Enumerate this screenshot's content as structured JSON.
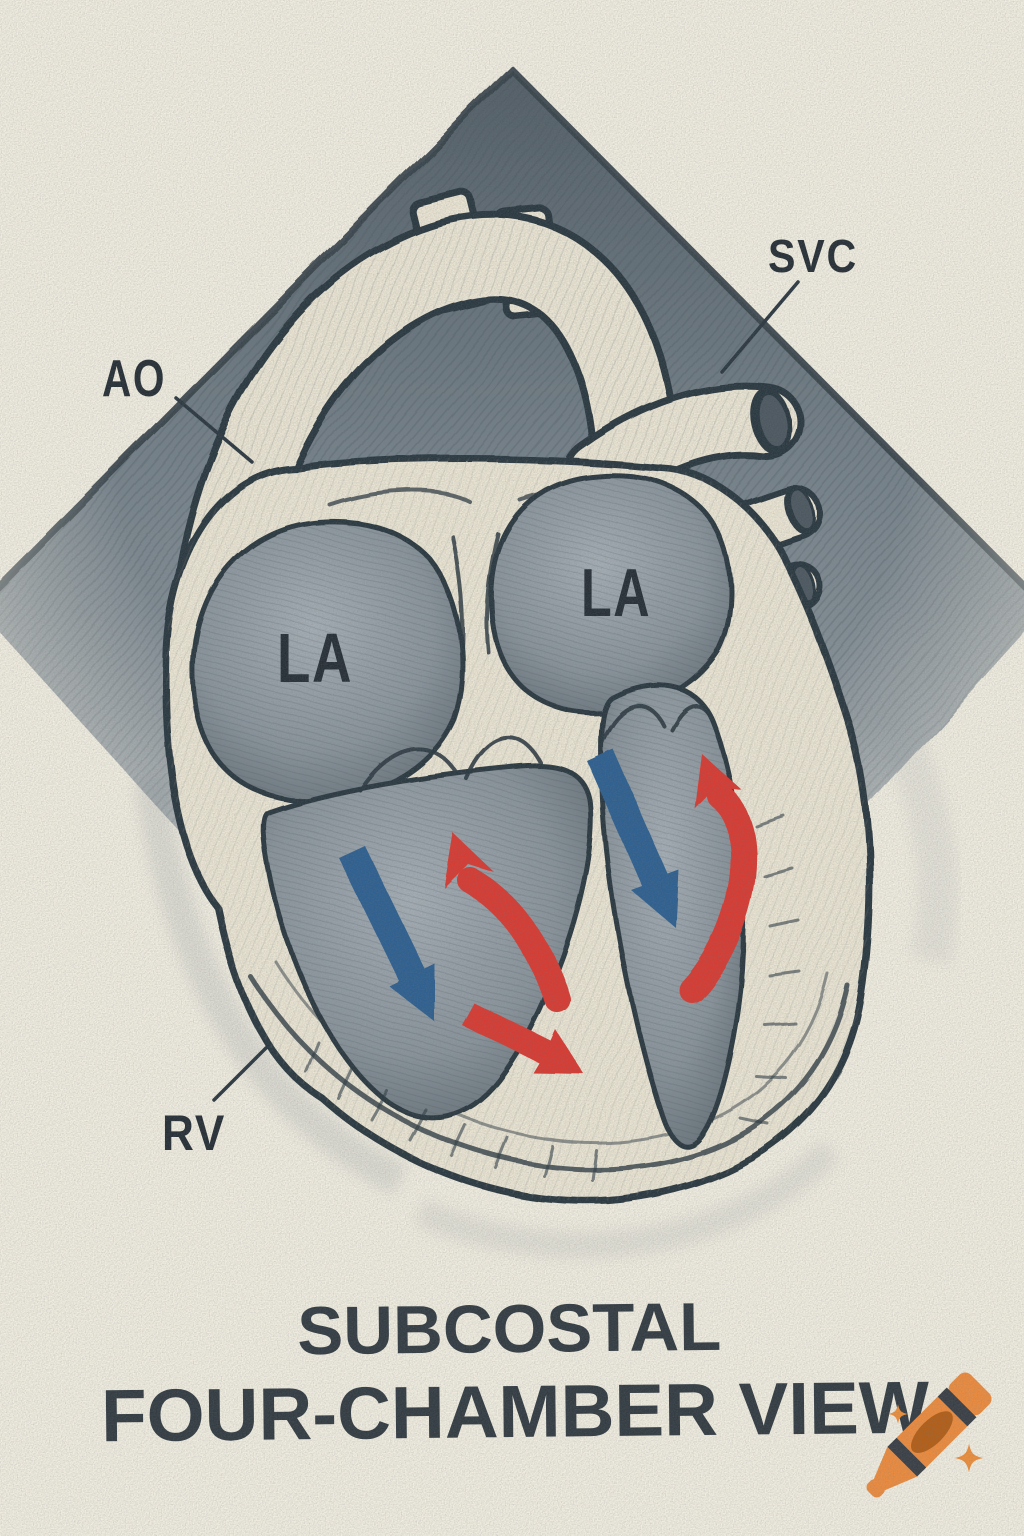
{
  "illustration": {
    "description": "Hand-drawn colored-pencil echocardiography diagram of a heart inside a dark ultrasound sector wedge"
  },
  "labels": {
    "ao": "AO",
    "svc": "SVC",
    "la_left": "LA",
    "la_right": "LA",
    "rv": "RV"
  },
  "title": {
    "line1": "SUBCOSTAL",
    "line2": "FOUR-CHAMBER VIEW"
  },
  "colors": {
    "paper": "#f2eee1",
    "ink": "#2c3840",
    "wall_cream": "#ece6d4",
    "sector_gray": "#7c878e",
    "chamber_gray": "#8d979e",
    "flow_red": "#d93b33",
    "flow_blue": "#2e6191",
    "crayon_orange": "#ee8c3e",
    "crayon_label": "#b45f17",
    "crayon_band": "#3a3f45",
    "sparkle_orange": "#ef8f3b"
  },
  "icons": {
    "watermark": "crayon-icon",
    "sparkle": "sparkle-icon"
  }
}
